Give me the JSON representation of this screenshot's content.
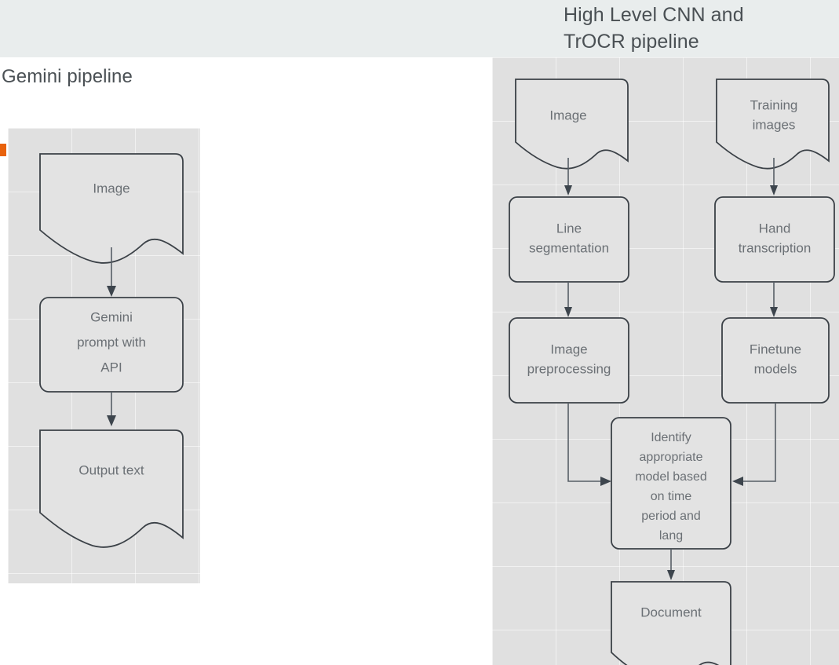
{
  "slide": {
    "header_title": "High Level CNN and\nTrOCR pipeline",
    "left_title": "Gemini pipeline",
    "colors": {
      "header_band": "#e9eded",
      "panel_background": "#e0e0e0",
      "node_fill": "#e3e3e3",
      "node_border": "#3b4147",
      "node_text": "#6b7075",
      "title_text": "#4a5054",
      "marker_orange": "#e8620c",
      "connector": "#565e66"
    }
  },
  "gemini_pipeline": {
    "title": "Gemini pipeline",
    "nodes": [
      {
        "id": "image",
        "label": "Image",
        "shape": "document"
      },
      {
        "id": "prompt",
        "label": "Gemini\nprompt with\nAPI",
        "shape": "rounded-rect"
      },
      {
        "id": "output",
        "label": "Output text",
        "shape": "document"
      }
    ],
    "edges": [
      {
        "from": "image",
        "to": "prompt"
      },
      {
        "from": "prompt",
        "to": "output"
      }
    ]
  },
  "cnn_trocr_pipeline": {
    "title": "High Level CNN and TrOCR pipeline",
    "nodes": [
      {
        "id": "image",
        "label": "Image",
        "shape": "document"
      },
      {
        "id": "training_images",
        "label": "Training\nimages",
        "shape": "document"
      },
      {
        "id": "line_seg",
        "label": "Line\nsegmentation",
        "shape": "rounded-rect"
      },
      {
        "id": "hand_trans",
        "label": "Hand\ntranscription",
        "shape": "rounded-rect"
      },
      {
        "id": "image_preproc",
        "label": "Image\npreprocessing",
        "shape": "rounded-rect"
      },
      {
        "id": "finetune",
        "label": "Finetune\nmodels",
        "shape": "rounded-rect"
      },
      {
        "id": "identify",
        "label": "Identify\nappropriate\nmodel based\non time\nperiod and\nlang",
        "shape": "rounded-rect"
      },
      {
        "id": "document",
        "label": "Document",
        "shape": "document"
      }
    ],
    "edges": [
      {
        "from": "image",
        "to": "line_seg"
      },
      {
        "from": "training_images",
        "to": "hand_trans"
      },
      {
        "from": "line_seg",
        "to": "image_preproc"
      },
      {
        "from": "hand_trans",
        "to": "finetune"
      },
      {
        "from": "image_preproc",
        "to": "identify"
      },
      {
        "from": "finetune",
        "to": "identify"
      },
      {
        "from": "identify",
        "to": "document"
      }
    ]
  }
}
